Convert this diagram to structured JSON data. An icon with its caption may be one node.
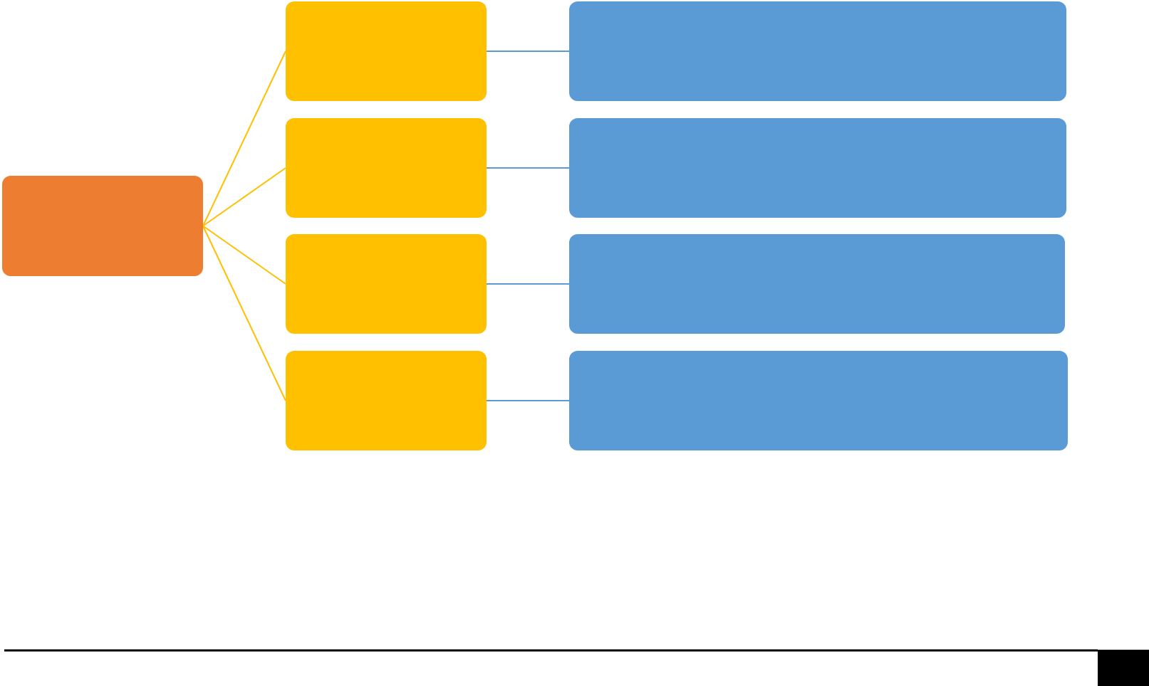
{
  "diagram": {
    "nodes": [
      {
        "text": [],
        "shape": "box"
      },
      {
        "text": [],
        "shape": "box"
      },
      {
        "text": [],
        "shape": "box"
      },
      {
        "text": [],
        "shape": "box"
      },
      {
        "text": [],
        "shape": "box"
      },
      {
        "text": [],
        "shape": "box"
      },
      {
        "text": [],
        "shape": "box"
      },
      {
        "text": [],
        "shape": "box"
      },
      {
        "text": [],
        "shape": "box"
      }
    ],
    "edges": [
      {
        "from": 0,
        "to": 1,
        "arrow": "none",
        "color": "#ffc000"
      },
      {
        "from": 0,
        "to": 2,
        "arrow": "none",
        "color": "#ffc000"
      },
      {
        "from": 0,
        "to": 3,
        "arrow": "none",
        "color": "#ffc000"
      },
      {
        "from": 0,
        "to": 4,
        "arrow": "none",
        "color": "#ffc000"
      },
      {
        "from": 1,
        "to": 5,
        "arrow": "none",
        "color": "#5b9bd5"
      },
      {
        "from": 2,
        "to": 6,
        "arrow": "none",
        "color": "#5b9bd5"
      },
      {
        "from": 3,
        "to": 7,
        "arrow": "none",
        "color": "#5b9bd5"
      },
      {
        "from": 4,
        "to": 8,
        "arrow": "none",
        "color": "#5b9bd5"
      }
    ]
  }
}
